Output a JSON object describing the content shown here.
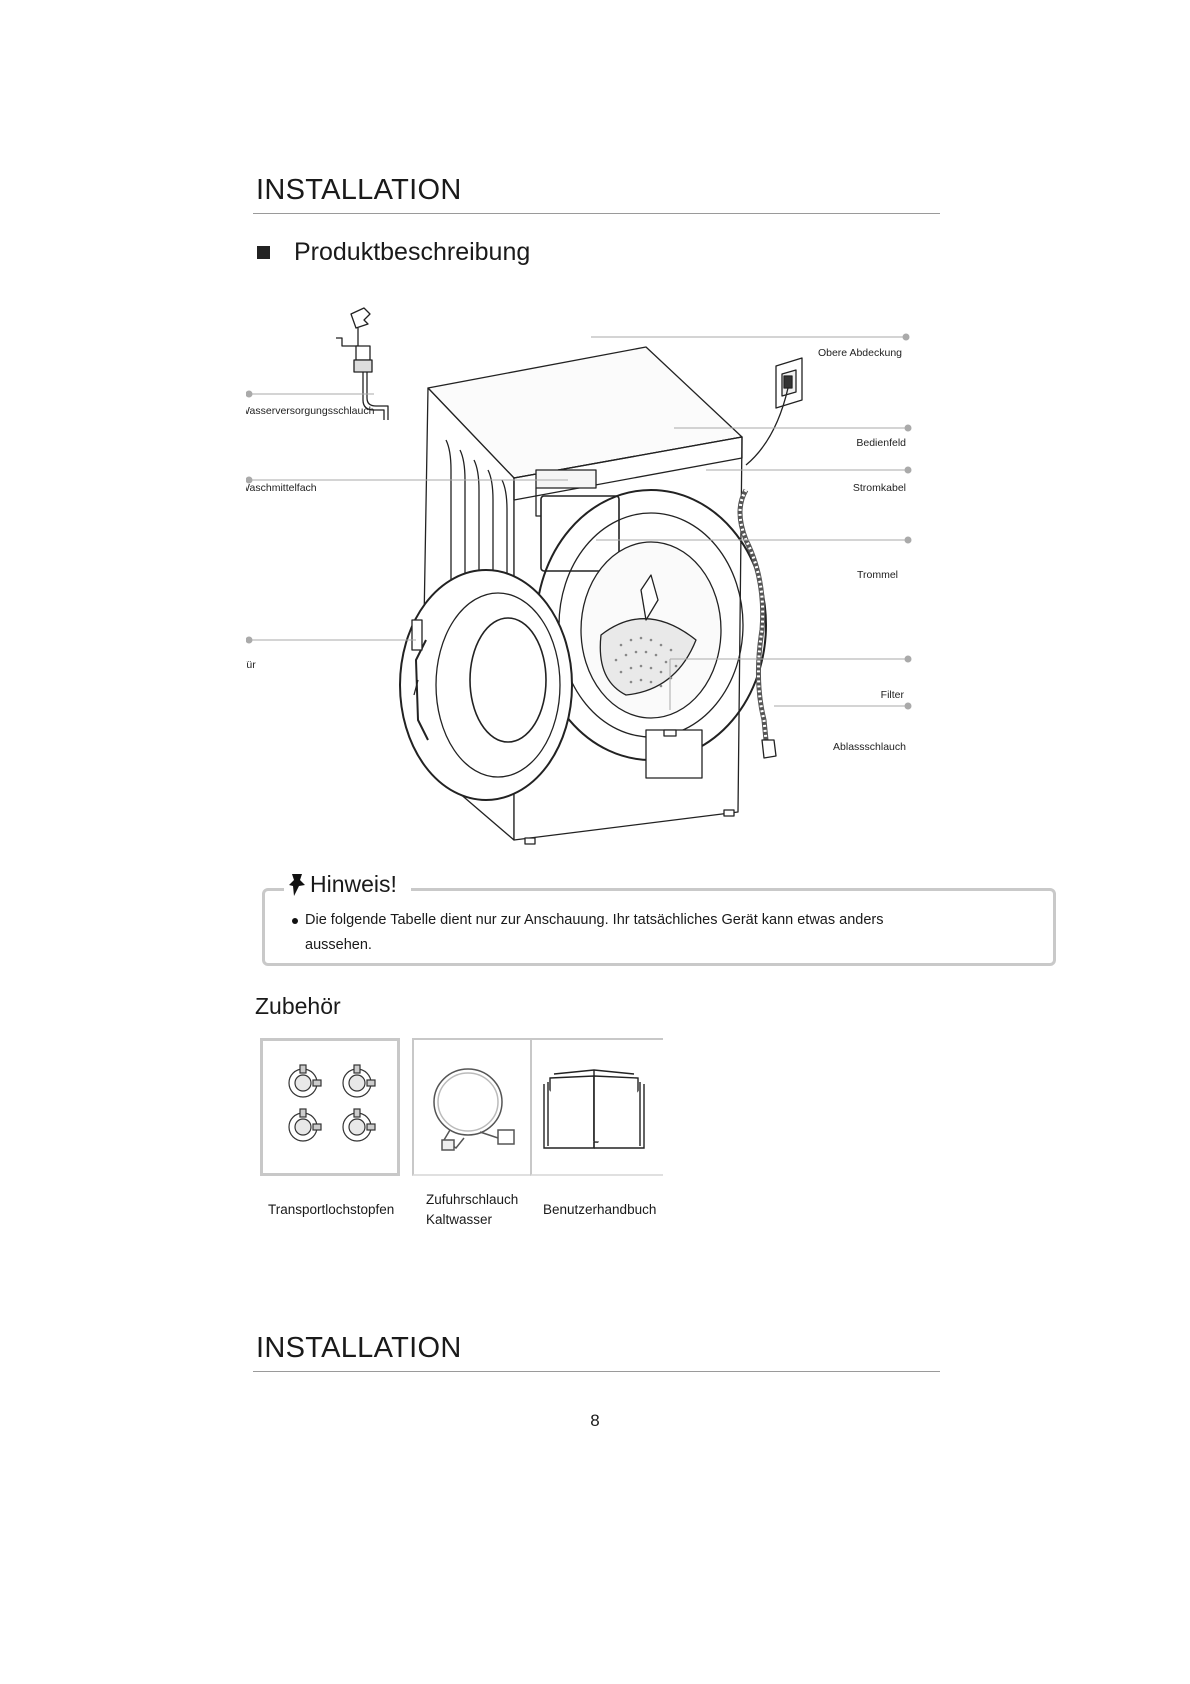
{
  "section_title": "INSTALLATION",
  "subsection_title": "Produktbeschreibung",
  "diagram": {
    "labels": {
      "obere_abdeckung": "Obere Abdeckung",
      "wasserversorgungsschlauch": "Wasserversorgungsschlauch",
      "bedienfeld": "Bedienfeld",
      "waschmittelfach": "Waschmittelfach",
      "stromkabel": "Stromkabel",
      "trommel": "Trommel",
      "tuer": "Tür",
      "filter": "Filter",
      "ablassschlauch": "Ablassschlauch"
    }
  },
  "note": {
    "title": "Hinweis!",
    "text": "Die folgende Tabelle dient nur zur Anschauung. Ihr tatsächliches Gerät kann etwas anders aussehen."
  },
  "accessories": {
    "title": "Zubehör",
    "items": [
      {
        "label": "Transportlochstopfen",
        "icon": "plug-caps-icon"
      },
      {
        "label_line1": "Zufuhrschlauch",
        "label_line2": "Kaltwasser",
        "icon": "hose-icon"
      },
      {
        "label": "Benutzerhandbuch",
        "icon": "manual-icon"
      }
    ]
  },
  "footer_title": "INSTALLATION",
  "page_number": "8"
}
